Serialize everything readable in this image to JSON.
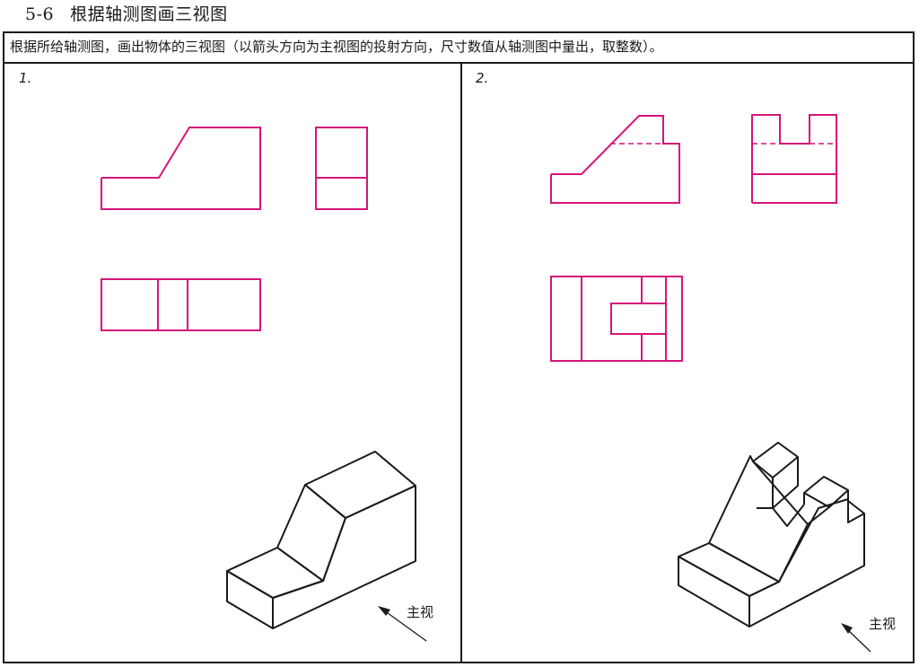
{
  "header": {
    "section_number": "5-6",
    "section_title": "根据轴测图画三视图"
  },
  "instruction": "根据所给轴测图，画出物体的三视图（以箭头方向为主视图的投射方向，尺寸数值从轴测图中量出，取整数）。",
  "panels": [
    {
      "label": "1.",
      "arrow_label": "主视"
    },
    {
      "label": "2.",
      "arrow_label": "主视"
    }
  ],
  "colors": {
    "view_lines": "#d6157a",
    "model_lines": "#1a1a1a"
  },
  "icons": {
    "arrow": "arrow-up-left-icon"
  }
}
